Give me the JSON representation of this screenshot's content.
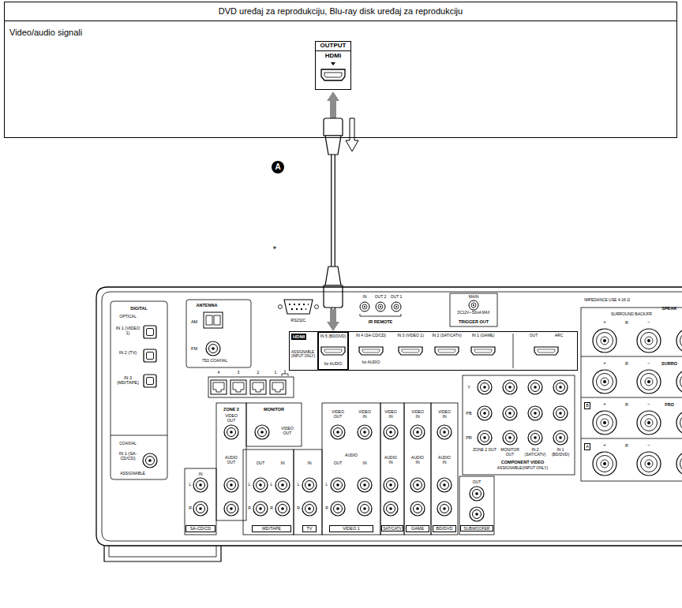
{
  "diagram": {
    "nodes": [
      {
        "text": [
          "DVD uređaj za reprodukciju, Blu-ray disk uređaj za reprodukciju",
          "Video/audio signali"
        ]
      },
      {
        "text": [
          "OUTPUT",
          "HDMI"
        ],
        "in": 0
      },
      {
        "text": [
          "HDMI",
          "ASSIGNABLE (INPUT ONLY)"
        ]
      },
      {
        "text": [
          "IN 5 (BD/DVD)",
          "for AUDIO"
        ],
        "in": 2
      }
    ],
    "edges": [
      {
        "from": 1,
        "to": 3,
        "arrow": "to"
      }
    ],
    "labels": [
      "A",
      "*",
      "DIGITAL",
      "OPTICAL",
      "IN 1 (VIDEO 1)",
      "IN 2 (TV)",
      "IN 3 (MD/TAPE)",
      "COAXIAL",
      "IN 1 (SA-CD/CD)",
      "ASSIGNABLE",
      "ANTENNA",
      "AM",
      "FM",
      "75Ω COAXIAL",
      "RS232C",
      "IN",
      "OUT 2",
      "OUT 1",
      "IR REMOTE",
      "MAIN",
      "DC12V⎓50mA MAX",
      "TRIGGER OUT",
      "IN 4 (SA-CD/CD)",
      "for AUDIO",
      "IN 3 (VIDEO 1)",
      "IN 2 (SAT/CATV)",
      "IN 1 (GAME)",
      "OUT",
      "ARC",
      "4",
      "3",
      "2",
      "1",
      "ZONE 2",
      "VIDEO OUT",
      "AUDIO OUT",
      "MONITOR",
      "VIDEO OUT",
      "VIDEO OUT",
      "VIDEO IN",
      "VIDEO IN",
      "VIDEO IN",
      "VIDEO IN",
      "IN",
      "OUT",
      "IN",
      "IN",
      "AUDIO",
      "OUT",
      "IN",
      "AUDIO IN",
      "AUDIO IN",
      "AUDIO IN",
      "OUT",
      "L",
      "R",
      "L",
      "R",
      "L",
      "R",
      "L",
      "R",
      "L",
      "R",
      "SA-CD/CD",
      "MD/TAPE",
      "TV",
      "VIDEO 1",
      "SAT/CATV",
      "GAME",
      "BD/DVD",
      "SUBWOOFER",
      "Y",
      "PB",
      "PR",
      "ZONE 2 OUT",
      "MONITOR OUT",
      "IN 2 (SAT/CATV)",
      "IN 1 (BD/DVD)",
      "COMPONENT VIDEO",
      "ASSIGNABLE(INPUT ONLY)",
      "IMPEDANCE USE 4-16 Ω",
      "SPEAK",
      "SURROUND BACK/FR",
      "+",
      "R",
      "−",
      "+",
      "R",
      "−",
      "SURRO",
      "B",
      "+",
      "R",
      "−",
      "FRO",
      "A",
      "+",
      "R",
      "−"
    ]
  }
}
